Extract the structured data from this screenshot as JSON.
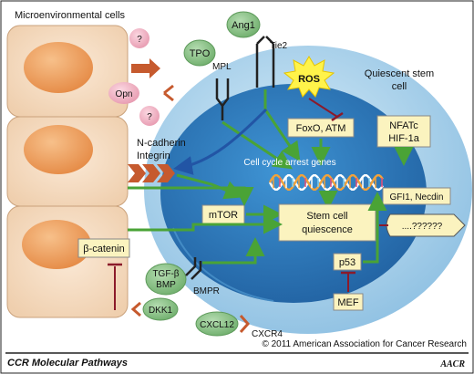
{
  "labels": {
    "microenvironment": "Microenvironmental cells",
    "quiescent_line1": "Quiescent stem",
    "quiescent_line2": "cell",
    "unknown_ligand": "?",
    "opn": "Opn",
    "tpo": "TPO",
    "mpl": "MPL",
    "ang1": "Ang1",
    "tie2": "Tie2",
    "ros": "ROS",
    "foxo_atm": "FoxO, ATM",
    "nfatc": "NFATc",
    "hif1a": "HIF-1a",
    "ncadherin": "N-cadherin",
    "integrin": "Integrin",
    "cell_cycle_arrest": "Cell cycle arrest genes",
    "gfi1_necdin": "GFI1, Necdin",
    "mtor": "mTOR",
    "quiescence_line1": "Stem cell",
    "quiescence_line2": "quiescence",
    "unknown_signal": "....??????",
    "beta_catenin": "β-catenin",
    "tgfb": "TGF-β",
    "bmp": "BMP",
    "bmpr": "BMPR",
    "p53": "p53",
    "mef": "MEF",
    "dkk1": "DKK1",
    "cxcl12": "CXCL12",
    "cxcr4": "CXCR4"
  },
  "footer": {
    "copyright": "© 2011 American Association for Cancer Research",
    "journal": "CCR Molecular Pathways",
    "logo": "AACR"
  },
  "colors": {
    "niche_cell": "#f6dcc2",
    "nucleus_orange": "#f0a060",
    "stem_cell_blue": "#9ec9e8",
    "nucleus_blue": "#2f7fc1",
    "ligand_green": "#8cc08a",
    "question_pink": "#f1b6c6",
    "label_box": "#fbf3bf",
    "activation_arrow": "#4aa336",
    "inhibition": "#8b1a2a",
    "receptor_orange": "#c65a2e",
    "ros_yellow": "#fff34a"
  }
}
